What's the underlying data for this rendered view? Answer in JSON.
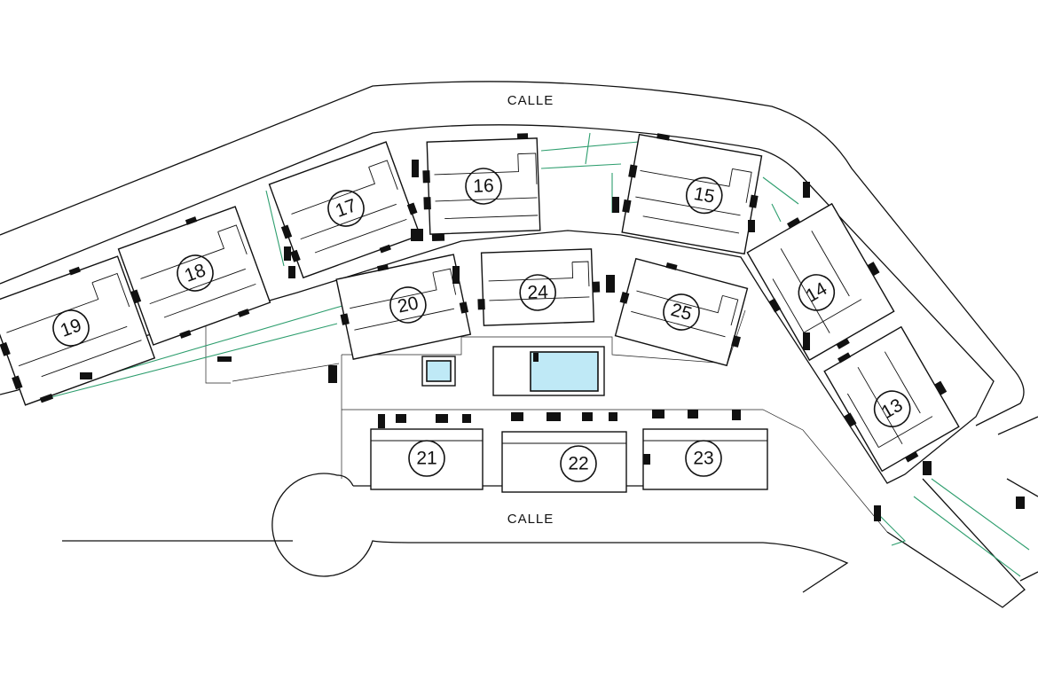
{
  "streets": [
    {
      "id": "north",
      "label": "CALLE"
    },
    {
      "id": "south",
      "label": "CALLE"
    }
  ],
  "units": [
    {
      "id": "13",
      "label": "13"
    },
    {
      "id": "14",
      "label": "14"
    },
    {
      "id": "15",
      "label": "15"
    },
    {
      "id": "16",
      "label": "16"
    },
    {
      "id": "17",
      "label": "17"
    },
    {
      "id": "18",
      "label": "18"
    },
    {
      "id": "19",
      "label": "19"
    },
    {
      "id": "20",
      "label": "20"
    },
    {
      "id": "21",
      "label": "21"
    },
    {
      "id": "22",
      "label": "22"
    },
    {
      "id": "23",
      "label": "23"
    },
    {
      "id": "24",
      "label": "24"
    },
    {
      "id": "25",
      "label": "25"
    }
  ],
  "colors": {
    "line": "#111111",
    "landscape": "#2e9e6e",
    "pool_water": "#bfe9f6",
    "background": "#ffffff"
  }
}
